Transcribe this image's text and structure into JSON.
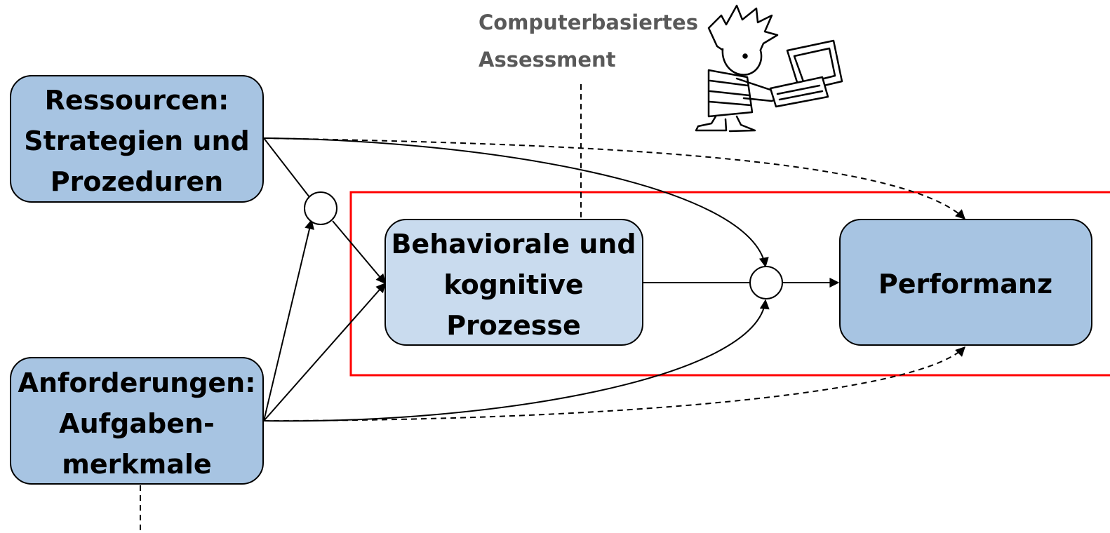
{
  "diagram": {
    "colors": {
      "box_fill_dark": "#a7c4e2",
      "box_fill_light": "#c9dbee",
      "highlight_frame": "#ff0000",
      "note_text": "#595959"
    },
    "nodes": {
      "ressourcen": {
        "lines": [
          "Ressourcen:",
          "Strategien und",
          "Prozeduren"
        ]
      },
      "anforderungen": {
        "lines": [
          "Anforderungen:",
          "Aufgaben-",
          "merkmale"
        ]
      },
      "prozesse": {
        "lines": [
          "Behaviorale und",
          "kognitive",
          "Prozesse"
        ]
      },
      "performanz": {
        "lines": [
          "Performanz"
        ]
      }
    },
    "note": {
      "lines": [
        "Computerbasiertes",
        "Assessment"
      ],
      "illustration": "person-at-computer-cartoon"
    }
  }
}
